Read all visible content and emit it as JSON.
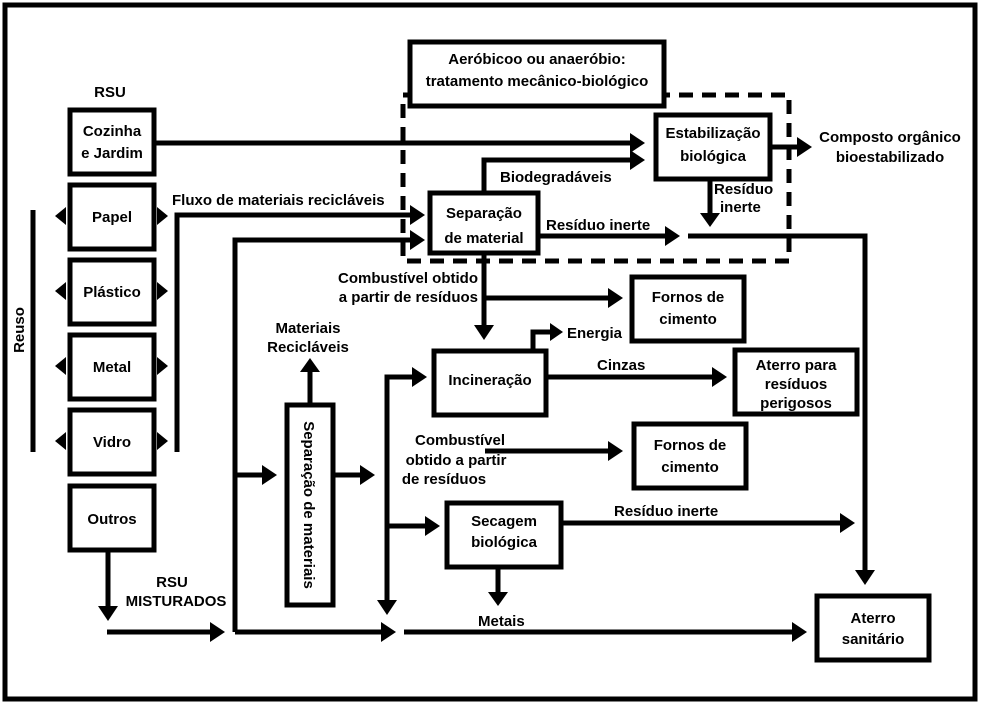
{
  "diagram": {
    "rsu_title": "RSU",
    "reuse_label": "Reuso",
    "mbt_title": [
      "Aeróbicoo ou anaeróbio:",
      "tratamento mecânico-biológico"
    ],
    "sources": [
      {
        "id": "cozinha",
        "lines": [
          "Cozinha",
          "e Jardim"
        ]
      },
      {
        "id": "papel",
        "lines": [
          "Papel"
        ]
      },
      {
        "id": "plastico",
        "lines": [
          "Plástico"
        ]
      },
      {
        "id": "metal",
        "lines": [
          "Metal"
        ]
      },
      {
        "id": "vidro",
        "lines": [
          "Vidro"
        ]
      },
      {
        "id": "outros",
        "lines": [
          "Outros"
        ]
      }
    ],
    "processes": {
      "separacao_material": [
        "Separação",
        "de  material"
      ],
      "estabilizacao": [
        "Estabilização",
        "biológica"
      ],
      "incineracao": [
        "Incineração"
      ],
      "separacao_materiais": "Separação de materiais",
      "secagem": [
        "Secagem",
        "biológica"
      ]
    },
    "destinations": {
      "fornos1": [
        "Fornos de",
        "cimento"
      ],
      "aterro_perigosos": [
        "Aterro para",
        "resíduos",
        "perigosos"
      ],
      "fornos2": [
        "Fornos de",
        "cimento"
      ],
      "aterro_sanitario": [
        "Aterro",
        "sanitário"
      ],
      "composto": [
        "Composto orgânico",
        "bioestabilizado"
      ]
    },
    "flow_labels": {
      "fluxo": "Fluxo de materiais recicláveis",
      "biodegradaveis": "Biodegradáveis",
      "residuo_inerte_sep": "Resíduo inerte",
      "residuo_inerte_estab": [
        "Resíduo",
        "inerte"
      ],
      "combustivel1": [
        "Combustível obtido",
        "a partir de resíduos"
      ],
      "energia": "Energia",
      "cinzas": "Cinzas",
      "materiais_reciclaveis": [
        "Materiais",
        "Recicláveis"
      ],
      "combustivel2": [
        "Combustível",
        "obtido a partir",
        "de resíduos"
      ],
      "residuo_inerte_sec": "Resíduo inerte",
      "rsu_misturados": [
        "RSU",
        "MISTURADOS"
      ],
      "metais": "Metais"
    }
  }
}
